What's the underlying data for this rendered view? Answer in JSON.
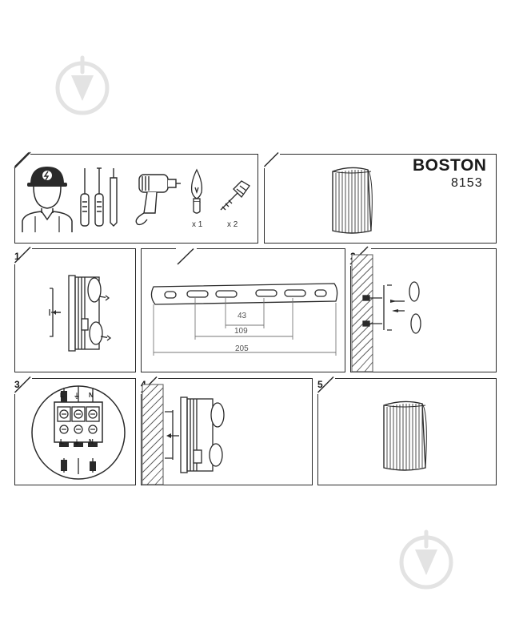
{
  "product": {
    "name": "BOSTON",
    "code": "8153"
  },
  "tools": {
    "bulb_qty": "x 1",
    "screw_qty": "x 2"
  },
  "steps": [
    "1",
    "2",
    "3",
    "4",
    "5"
  ],
  "bracket_dimensions": {
    "d1": "43",
    "d2": "109",
    "d3": "205"
  },
  "terminals": {
    "top": [
      "L",
      "⏚",
      "N"
    ],
    "bottom": [
      "L",
      "⏚",
      "N"
    ]
  },
  "colors": {
    "line": "#2a2a2a",
    "watermark": "#e3e3e3",
    "hatch": "#555555"
  }
}
